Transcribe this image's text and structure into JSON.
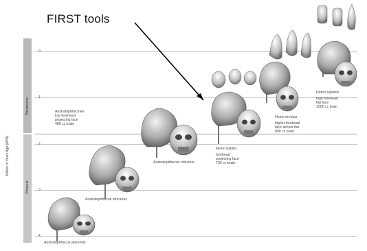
{
  "annotation": "FIRST tools",
  "yaxis": "Million of Years Ago (MYA)",
  "epochs": [
    "Pleistocene",
    "Pliocene"
  ],
  "ticks": [
    "0",
    "1",
    "2",
    "3",
    "4"
  ],
  "species": {
    "afarensis": "Australopithecus afarensis",
    "africanus": "Australopithecus africanus",
    "robustus": "Australopithecus robustus",
    "habilis_name": "Homo habilis",
    "habilis_desc": [
      "forehead",
      "projecting face",
      "700 cc brain"
    ],
    "erectus_name": "Homo erectus",
    "erectus_desc": [
      "higher forehead",
      "face almost flat",
      "800 cc brain"
    ],
    "sapiens_name": "Homo sapiens",
    "sapiens_desc": [
      "high forehead",
      "flat face",
      "1000 cc brain"
    ],
    "austral_group": "Australopithecines",
    "austral_desc": [
      "low forehead",
      "projecting face",
      "400 cc brain"
    ]
  }
}
